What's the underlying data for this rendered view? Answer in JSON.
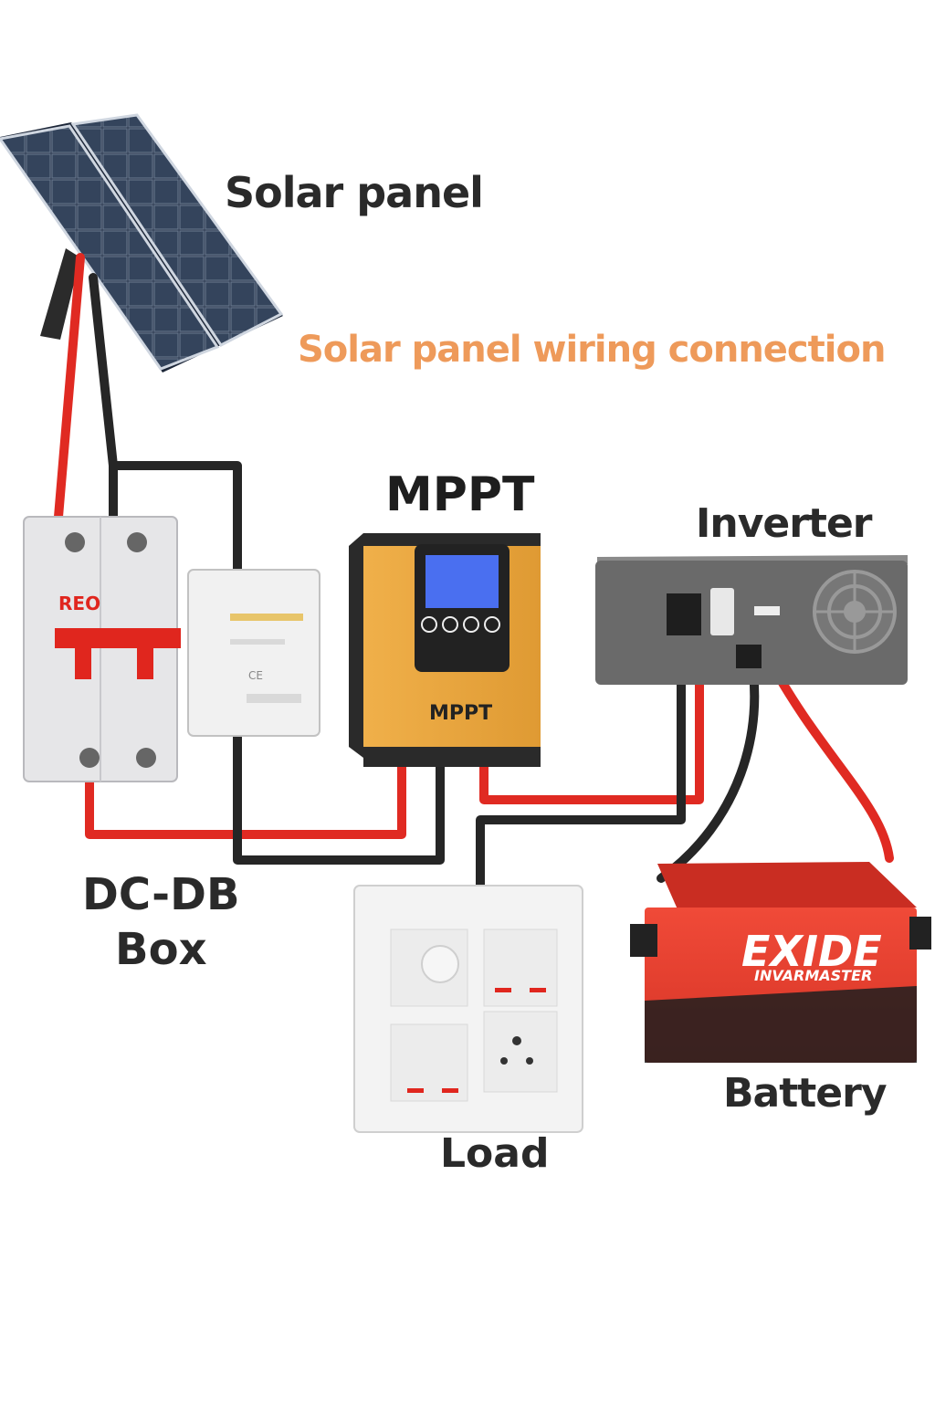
{
  "labels": {
    "solar_panel": "Solar panel",
    "title": "Solar panel wiring connection",
    "mppt": "MPPT",
    "inverter": "Inverter",
    "dcdb_line1": "DC-DB",
    "dcdb_line2": "Box",
    "load": "Load",
    "battery": "Battery"
  },
  "devices": {
    "breaker_brand": "REO",
    "spd_mark": "CE",
    "mppt_face_label": "MPPT",
    "battery_brand": "EXIDE",
    "battery_model": "INVARMASTER"
  },
  "colors": {
    "wire_positive": "#e02a22",
    "wire_negative": "#262626",
    "title_accent": "#ee9a5a",
    "mppt_body": "#e9a13a",
    "battery_body": "#e53a2c",
    "inverter_body": "#6a6a6a",
    "panel_cells": "#2c3a50"
  }
}
